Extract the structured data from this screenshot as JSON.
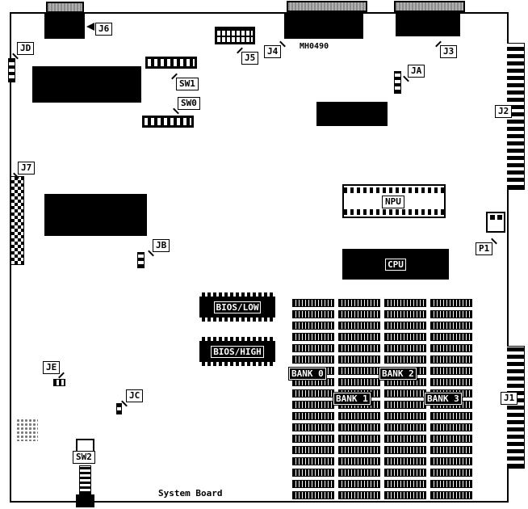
{
  "diagram": {
    "caption": "System Board",
    "part_number": "MH0490"
  },
  "callouts": {
    "j6": "J6",
    "jd": "JD",
    "j5": "J5",
    "j4": "J4",
    "j3": "J3",
    "ja": "JA",
    "j2": "J2",
    "sw1": "SW1",
    "sw0": "SW0",
    "j7": "J7",
    "npu": "NPU",
    "p1": "P1",
    "jb": "JB",
    "cpu": "CPU",
    "bios_low": "BIOS/LOW",
    "bios_high": "BIOS/HIGH",
    "je": "JE",
    "jc": "JC",
    "bank0": "BANK 0",
    "bank1": "BANK 1",
    "bank2": "BANK 2",
    "bank3": "BANK 3",
    "j1": "J1",
    "sw2": "SW2"
  },
  "memory_array": {
    "columns": 4,
    "rows": 18
  },
  "colors": {
    "silkscreen": "#000000",
    "chip_fill": "#000000",
    "connector_fill": "#a0a0a0",
    "background": "#ffffff"
  }
}
